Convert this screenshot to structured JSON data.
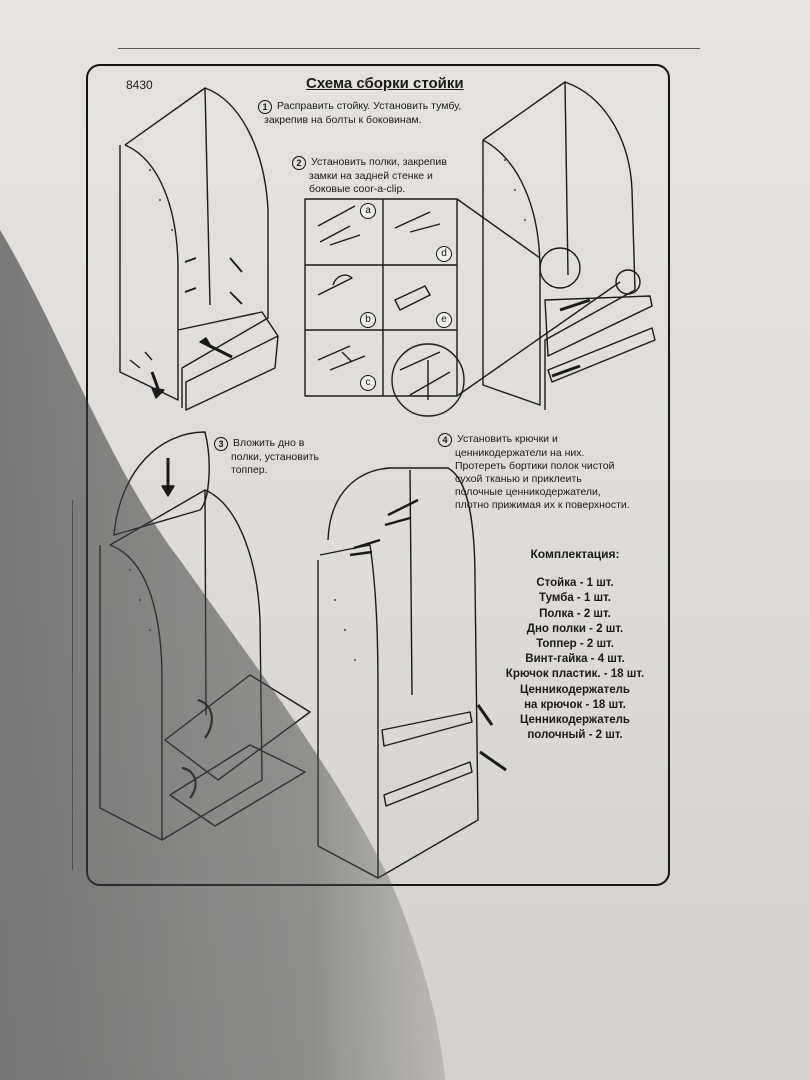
{
  "header": {
    "code": "8430",
    "title": "Схема сборки стойки"
  },
  "steps": [
    {
      "num": "1",
      "lines": [
        "Расправить стойку. Установить тумбу,",
        "закрепив на болты к боковинам."
      ]
    },
    {
      "num": "2",
      "lines": [
        "Установить полки, закрепив",
        "замки на задней стенке и",
        "боковые coor-a-clip."
      ]
    },
    {
      "num": "3",
      "lines": [
        "Вложить дно в",
        "полки, установить",
        "топпер."
      ]
    },
    {
      "num": "4",
      "lines": [
        "Установить крючки и",
        "ценникодержатели на них.",
        "Протереть бортики полок чистой",
        "сухой тканью и приклеить",
        "полочные ценникодержатели,",
        "плотно прижимая их к поверхности."
      ]
    }
  ],
  "detail_labels": [
    "a",
    "d",
    "b",
    "e",
    "c"
  ],
  "kit": {
    "title": "Комплектация:",
    "items": [
      "Стойка - 1 шт.",
      "Тумба - 1 шт.",
      "Полка - 2 шт.",
      "Дно полки - 2 шт.",
      "Топпер - 2 шт.",
      "Винт-гайка - 4 шт.",
      "Крючок пластик. - 18 шт.",
      "Ценникодержатель",
      "на крючок - 18 шт.",
      "Ценникодержатель",
      "полочный - 2 шт."
    ]
  }
}
